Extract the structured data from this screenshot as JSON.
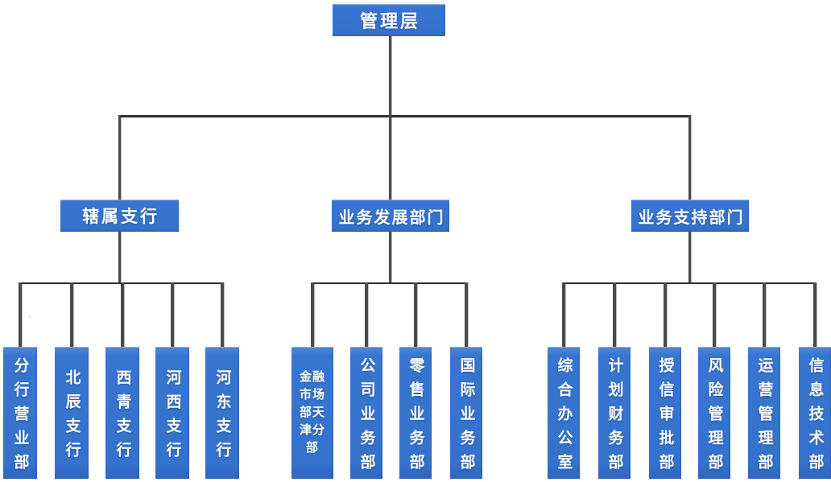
{
  "org": {
    "title": "bank-branch-organization-chart",
    "root": {
      "label": "管理层"
    },
    "groups": [
      {
        "label": "辖属支行",
        "children": [
          "分行营业部",
          "北辰支行",
          "西青支行",
          "河西支行",
          "河东支行"
        ]
      },
      {
        "label": "业务发展部门",
        "children": [
          "金融市场部天津分部",
          "公司业务部",
          "零售业务部",
          "国际业务部"
        ]
      },
      {
        "label": "业务支持部门",
        "children": [
          "综合办公室",
          "计划财务部",
          "授信审批部",
          "风险管理部",
          "运营管理部",
          "信息技术部"
        ]
      }
    ],
    "colors": {
      "node_fill": "#3472CC",
      "node_text": "#FFFFFF",
      "connector": "#3A3A3A",
      "background": "#FFFFFF"
    },
    "artifact_mark": "'"
  }
}
